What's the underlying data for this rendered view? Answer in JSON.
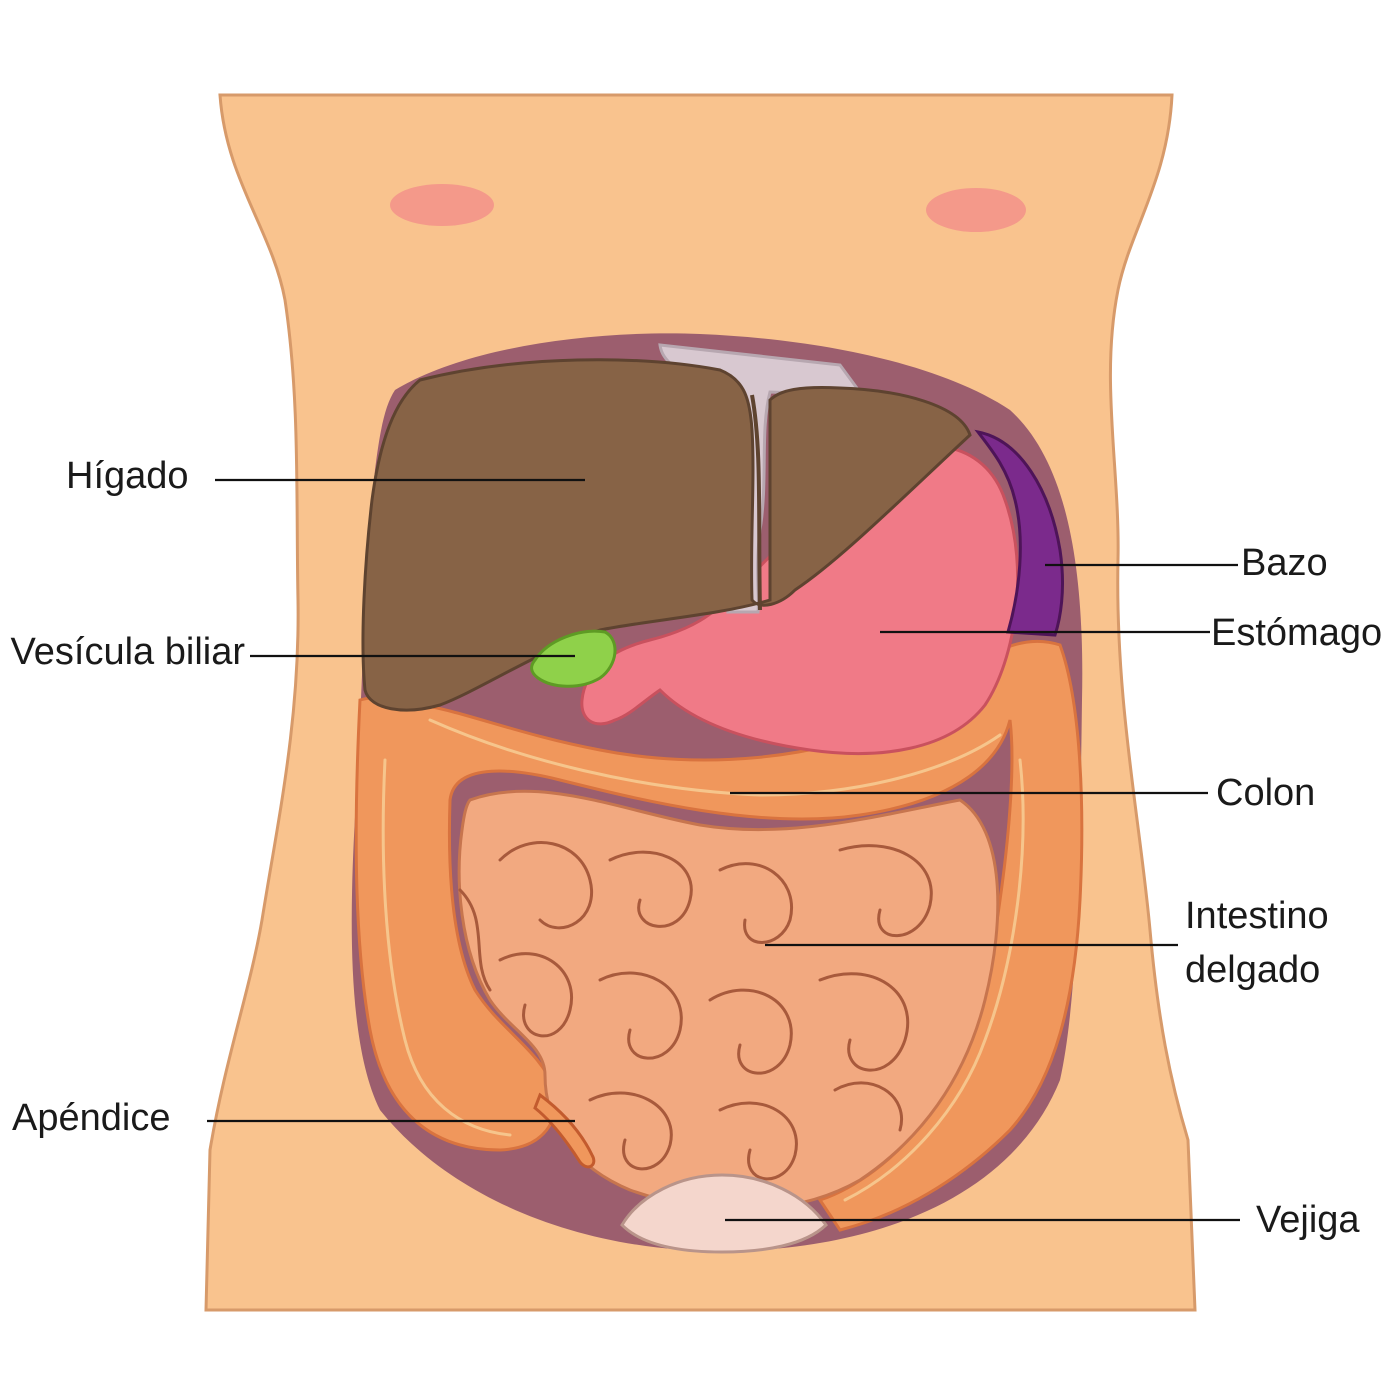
{
  "labels": {
    "higado": "Hígado",
    "vesicula": "Vesícula biliar",
    "bazo": "Bazo",
    "estomago": "Estómago",
    "colon": "Colon",
    "intestino_line1": "Intestino",
    "intestino_line2": "delgado",
    "apendice": "Apéndice",
    "vejiga": "Vejiga"
  },
  "colors": {
    "skin": "#f9c38e",
    "skin_outline": "#d79a6a",
    "nipple": "#f4998a",
    "cavity": "#9c5e6e",
    "liver": "#876346",
    "liver_dark": "#5e4330",
    "gallbladder": "#8fd14a",
    "stomach": "#f07a87",
    "spleen": "#7b2a8c",
    "colon": "#f0975c",
    "small_intestine": "#f2a980",
    "bladder": "#f4d6cc",
    "falciform": "#d8c8d0"
  }
}
